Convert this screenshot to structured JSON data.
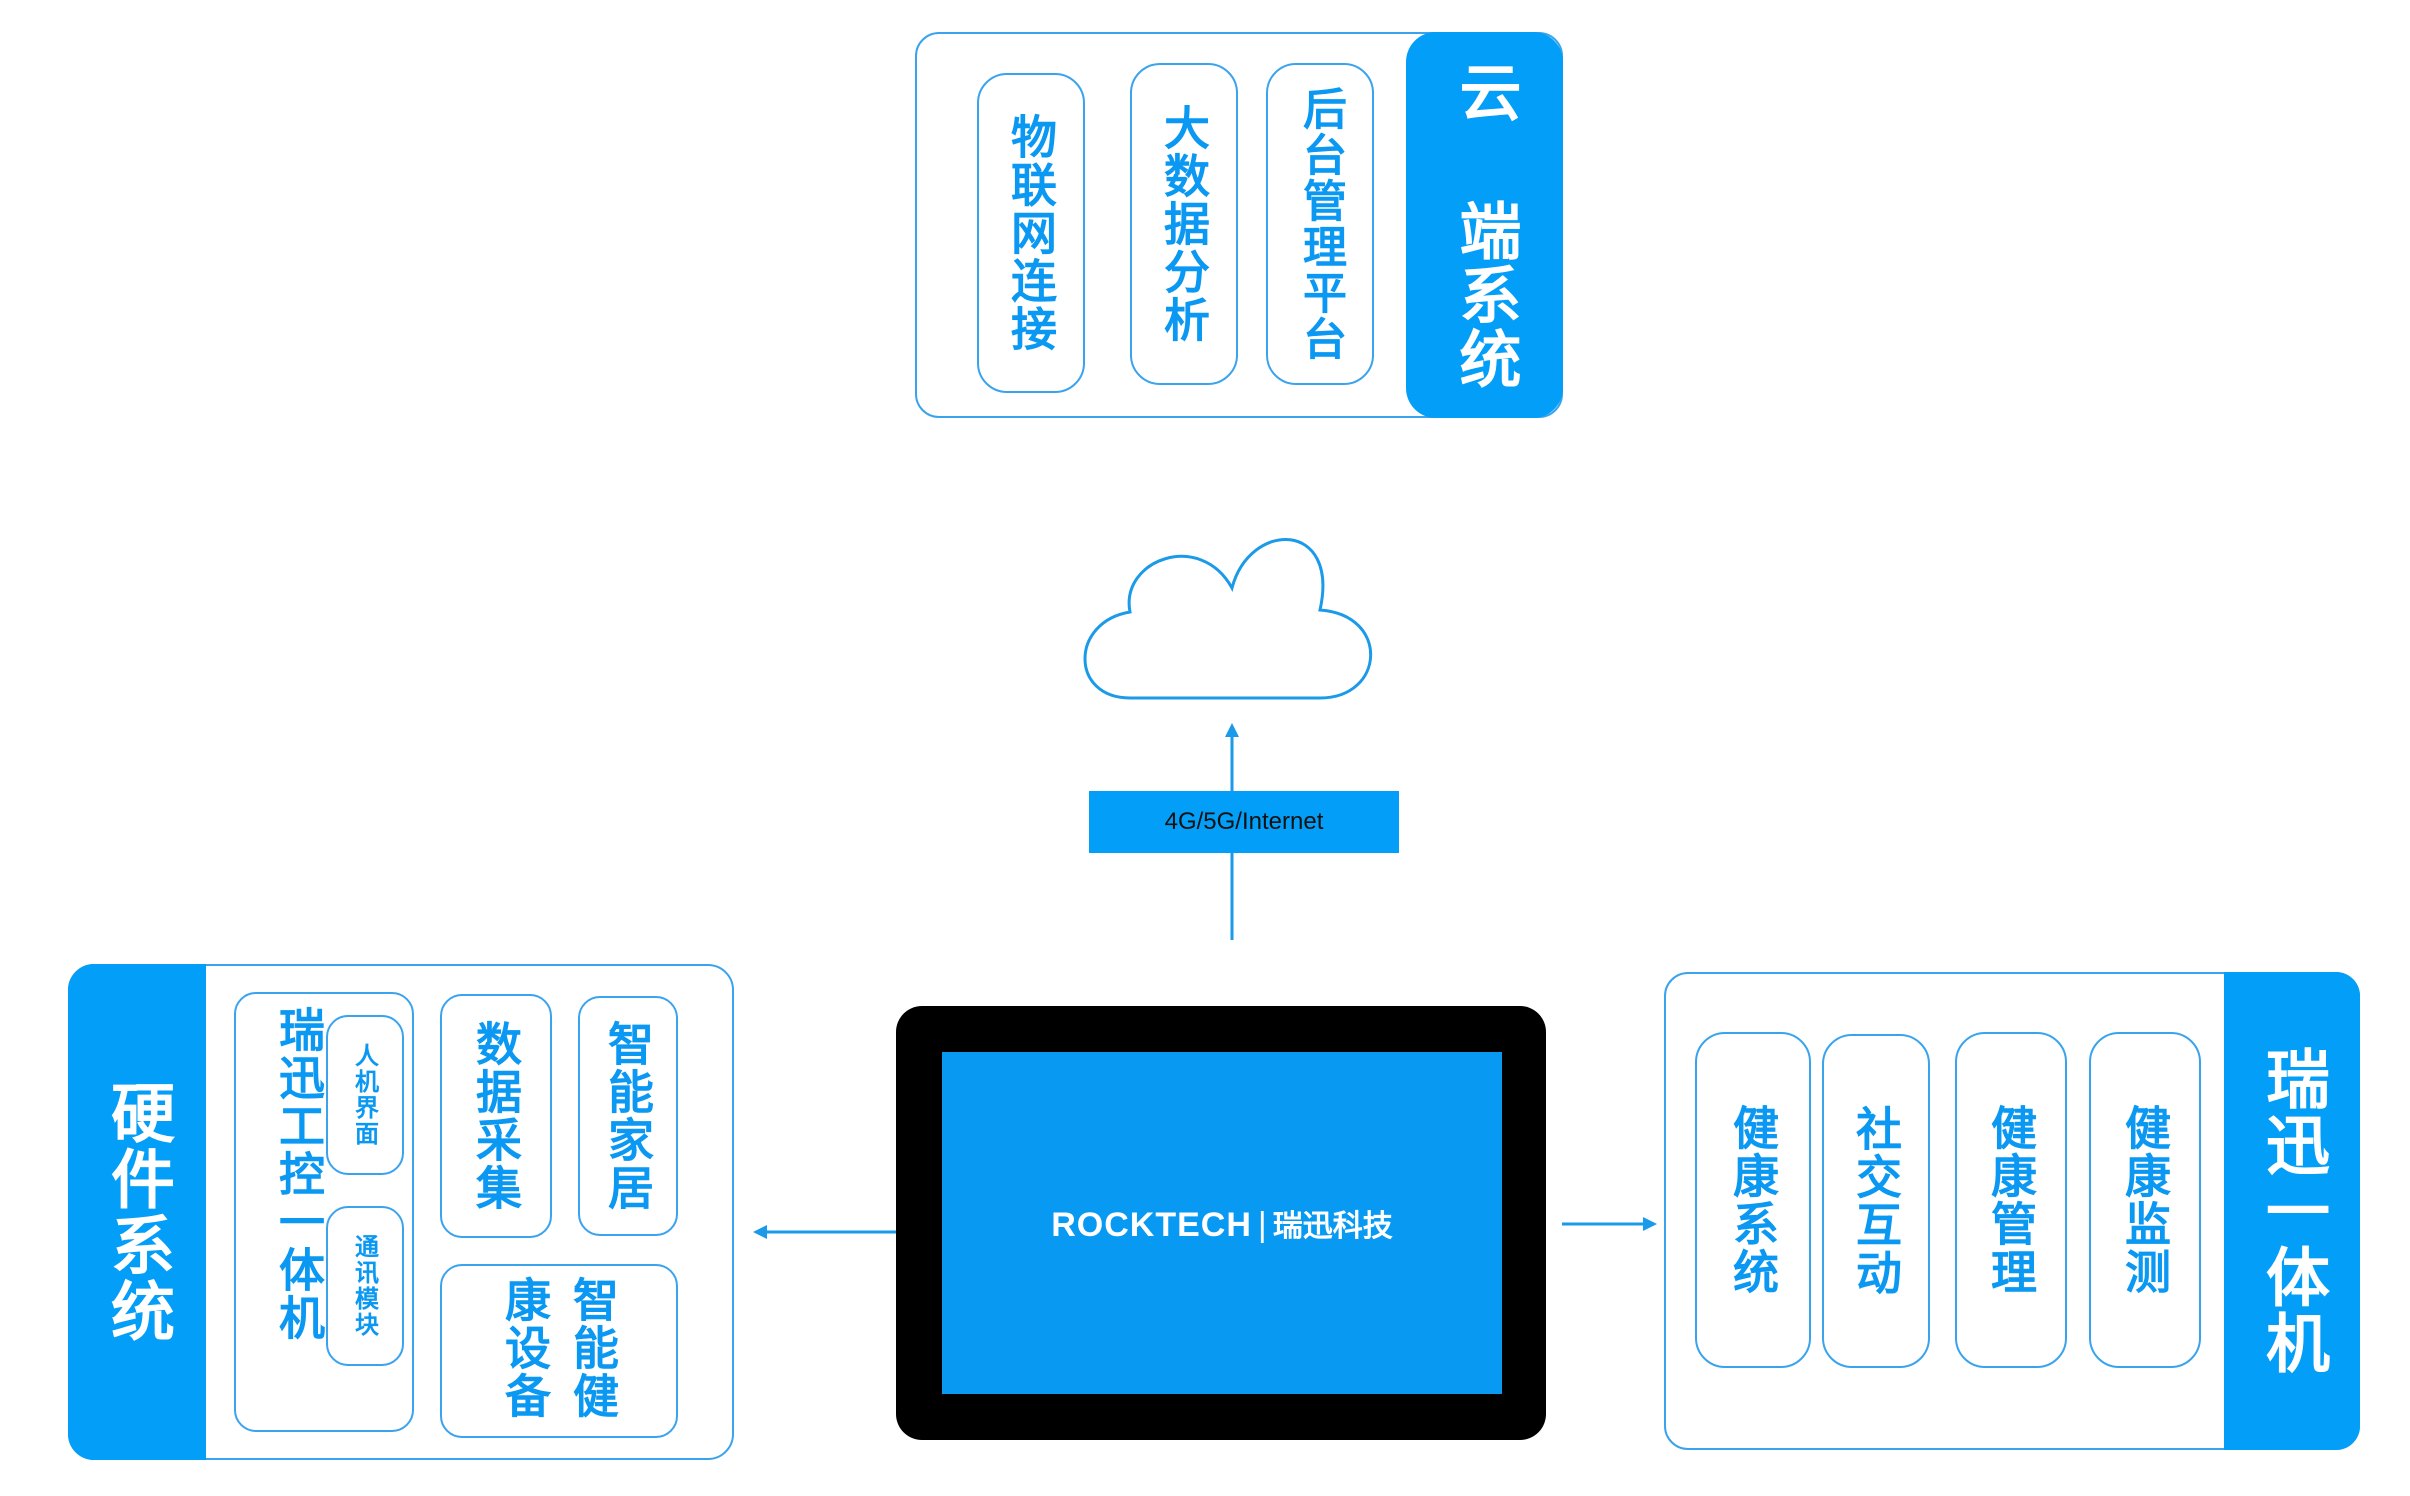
{
  "cloud_system": {
    "title": "云 端系统",
    "items": [
      "物联网连接",
      "大数据分析",
      "后台管理平台"
    ]
  },
  "network_label": "4G/5G/Internet",
  "device": {
    "brand_en": "ROCKTECH",
    "brand_cn": "瑞迅科技"
  },
  "hardware_system": {
    "title": "硬件系统",
    "main_unit": "瑞迅工控一体机",
    "sub_items": [
      "人机界面",
      "通讯模块"
    ],
    "items": [
      "数据采集",
      "智能家居",
      "智能健康设备"
    ]
  },
  "ruixun_unit": {
    "title": "瑞迅一体机",
    "items": [
      "健康系统",
      "社交互动",
      "健康管理",
      "健康监测"
    ]
  },
  "colors": {
    "accent": "#039ef7",
    "screen": "#0899f3",
    "bezel": "#000000"
  }
}
